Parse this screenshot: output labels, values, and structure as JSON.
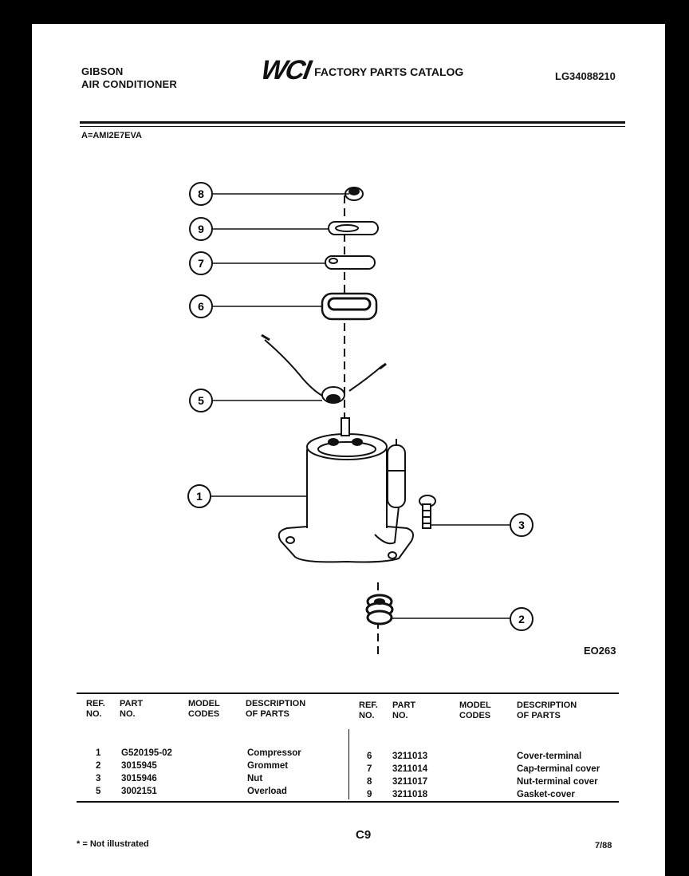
{
  "header": {
    "brand_line1": "GIBSON",
    "brand_line2": "AIR CONDITIONER",
    "logo": "WCI",
    "catalog_title": "FACTORY PARTS CATALOG",
    "catalog_number": "LG34088210"
  },
  "model_line": "A=AMI2E7EVA",
  "diagram": {
    "figure_code": "EO263",
    "callouts": [
      "8",
      "9",
      "7",
      "6",
      "5",
      "1",
      "3",
      "2"
    ]
  },
  "table": {
    "headers": {
      "ref": [
        "REF.",
        "NO."
      ],
      "part": [
        "PART",
        "NO."
      ],
      "model": [
        "MODEL",
        "CODES"
      ],
      "desc": [
        "DESCRIPTION",
        "OF PARTS"
      ]
    },
    "left_rows": [
      {
        "ref": "1",
        "part": "G520195-02",
        "model": "",
        "desc": "Compressor"
      },
      {
        "ref": "2",
        "part": "3015945",
        "model": "",
        "desc": "Grommet"
      },
      {
        "ref": "3",
        "part": "3015946",
        "model": "",
        "desc": "Nut"
      },
      {
        "ref": "5",
        "part": "3002151",
        "model": "",
        "desc": "Overload"
      }
    ],
    "right_rows": [
      {
        "ref": "6",
        "part": "3211013",
        "model": "",
        "desc": "Cover-terminal"
      },
      {
        "ref": "7",
        "part": "3211014",
        "model": "",
        "desc": "Cap-terminal cover"
      },
      {
        "ref": "8",
        "part": "3211017",
        "model": "",
        "desc": "Nut-terminal cover"
      },
      {
        "ref": "9",
        "part": "3211018",
        "model": "",
        "desc": "Gasket-cover"
      }
    ]
  },
  "footer": {
    "note": "* = Not illustrated",
    "page": "C9",
    "date": "7/88"
  }
}
